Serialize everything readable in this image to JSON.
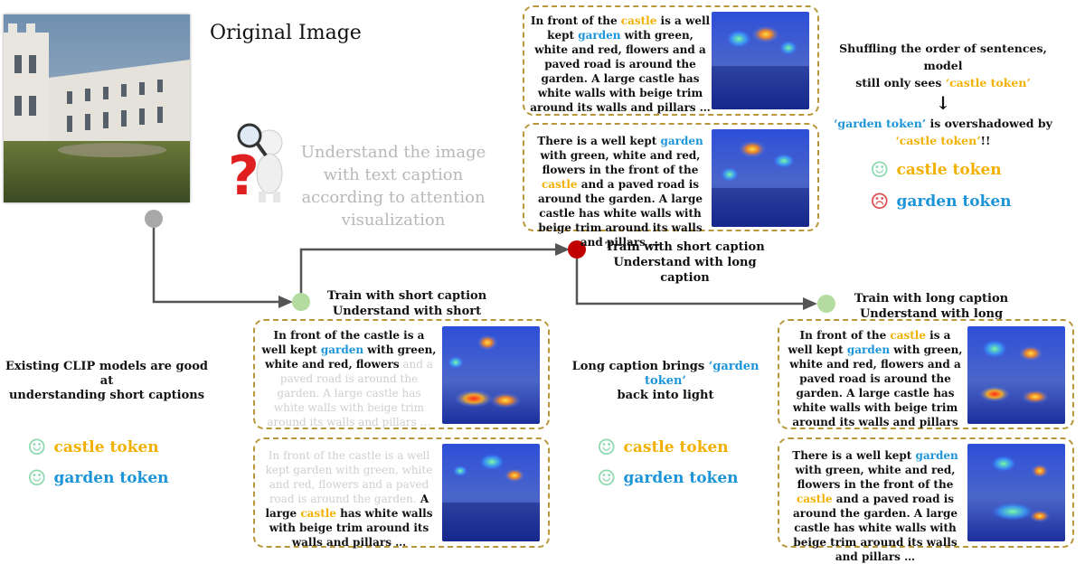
{
  "original_label": "Original Image",
  "understand_text": [
    "Understand the image",
    "with text caption",
    "according to attention",
    "visualization"
  ],
  "existing_clip": [
    "Existing CLIP models are good at",
    "understanding short captions"
  ],
  "long_brings": {
    "prefix": "Long caption brings ",
    "token": "‘garden token’",
    "suffix": "back into light"
  },
  "shuffle_text": {
    "line1": "Shuffling the order of sentences, model",
    "line2_pre": "still only sees ",
    "line2_token": "‘castle token’",
    "arrow": "↓",
    "line3_token": "‘garden token’",
    "line3_rest": " is overshadowed by",
    "line4_token": "‘castle token’",
    "line4_rest": "!!"
  },
  "tokens": {
    "castle": "castle token",
    "garden": "garden token"
  },
  "nodes": {
    "short_short": [
      "Train with short caption",
      "Understand with short caption"
    ],
    "short_long": [
      "Train with short caption",
      "Understand with long caption"
    ],
    "long_long": [
      "Train with long caption",
      "Understand with long caption"
    ]
  },
  "colors": {
    "castle": "#f2b000",
    "garden": "#1b95d8",
    "smile": "#8fd9b0",
    "sad": "#e05050",
    "border": "#b8973a",
    "node_grey": "#a8a8a8",
    "node_red": "#c00000",
    "node_green": "#b5dca0",
    "arrow": "#555555"
  },
  "captions": {
    "c1": {
      "a": "In front of the ",
      "castle": "castle",
      "b": " is a well kept ",
      "garden": "garden",
      "c": " with green, white and red, flowers and a paved road is around the garden. A large castle has white walls with beige trim around its walls and pillars …"
    },
    "c2": {
      "a": "There is a well kept ",
      "garden": "garden",
      "b": " with green, white and red, flowers in the front of the ",
      "castle": "castle",
      "c": " and a paved road is around the garden. A large castle has white walls with beige trim around its walls and pillars …"
    },
    "c3": {
      "a": "In front of the castle is a well kept ",
      "garden": "garden",
      "b": " with green, white and red, flowers",
      "faded": " and a paved road is around the garden. A large castle has white walls with beige trim around its walls and pillars …"
    },
    "c4": {
      "faded": "In front of the castle is a well kept garden with green, white and red, flowers and a paved road is around the garden.",
      "a": " A large ",
      "castle": "castle",
      "b": " has white walls with beige trim around its walls and pillars …"
    },
    "c5": {
      "a": "In front of the ",
      "castle": "castle",
      "b": " is a well kept ",
      "garden": "garden",
      "c": " with green, white and red, flowers and a paved road is around the garden. A large castle has white walls with beige trim around its walls and pillars …"
    },
    "c6": {
      "a": "There is a well kept ",
      "garden": "garden",
      "b": " with green, white and red, flowers in the front of the ",
      "castle": "castle",
      "c": " and a paved road is around the garden. A large castle has white walls with beige trim around its walls and pillars …"
    }
  }
}
